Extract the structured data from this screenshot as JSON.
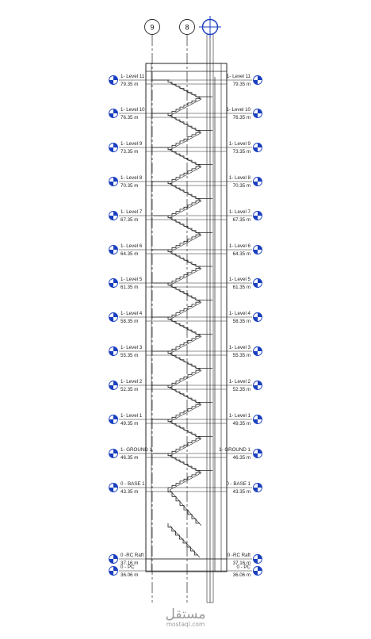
{
  "grids": [
    {
      "label": "9"
    },
    {
      "label": "8"
    },
    {
      "label": ""
    }
  ],
  "levels": [
    {
      "name": "1- Level 11",
      "elevation": "79.35 m"
    },
    {
      "name": "1- Level 10",
      "elevation": "76.35 m"
    },
    {
      "name": "1- Level 9",
      "elevation": "73.35 m"
    },
    {
      "name": "1- Level 8",
      "elevation": "70.35 m"
    },
    {
      "name": "1- Level 7",
      "elevation": "67.35 m"
    },
    {
      "name": "1- Level 6",
      "elevation": "64.35 m"
    },
    {
      "name": "1- Level 5",
      "elevation": "61.35 m"
    },
    {
      "name": "1- Level 4",
      "elevation": "58.35 m"
    },
    {
      "name": "1- Level 3",
      "elevation": "55.35 m"
    },
    {
      "name": "1- Level 2",
      "elevation": "52.35 m"
    },
    {
      "name": "1- Level 1",
      "elevation": "49.35 m"
    },
    {
      "name": "1- GROUND 1",
      "elevation": "46.35 m"
    },
    {
      "name": "0 - BASE 1",
      "elevation": "43.35 m"
    },
    {
      "name": "0 -RC Raft",
      "elevation": "37.16 m"
    },
    {
      "name": "0 - PC",
      "elevation": "36.06 m"
    }
  ],
  "watermark": {
    "arabic": "مستقل",
    "latin": "mostaql.com"
  },
  "colors": {
    "line": "#222222",
    "marker": "#1a3fbf",
    "watermark": "#9a9a9a"
  }
}
